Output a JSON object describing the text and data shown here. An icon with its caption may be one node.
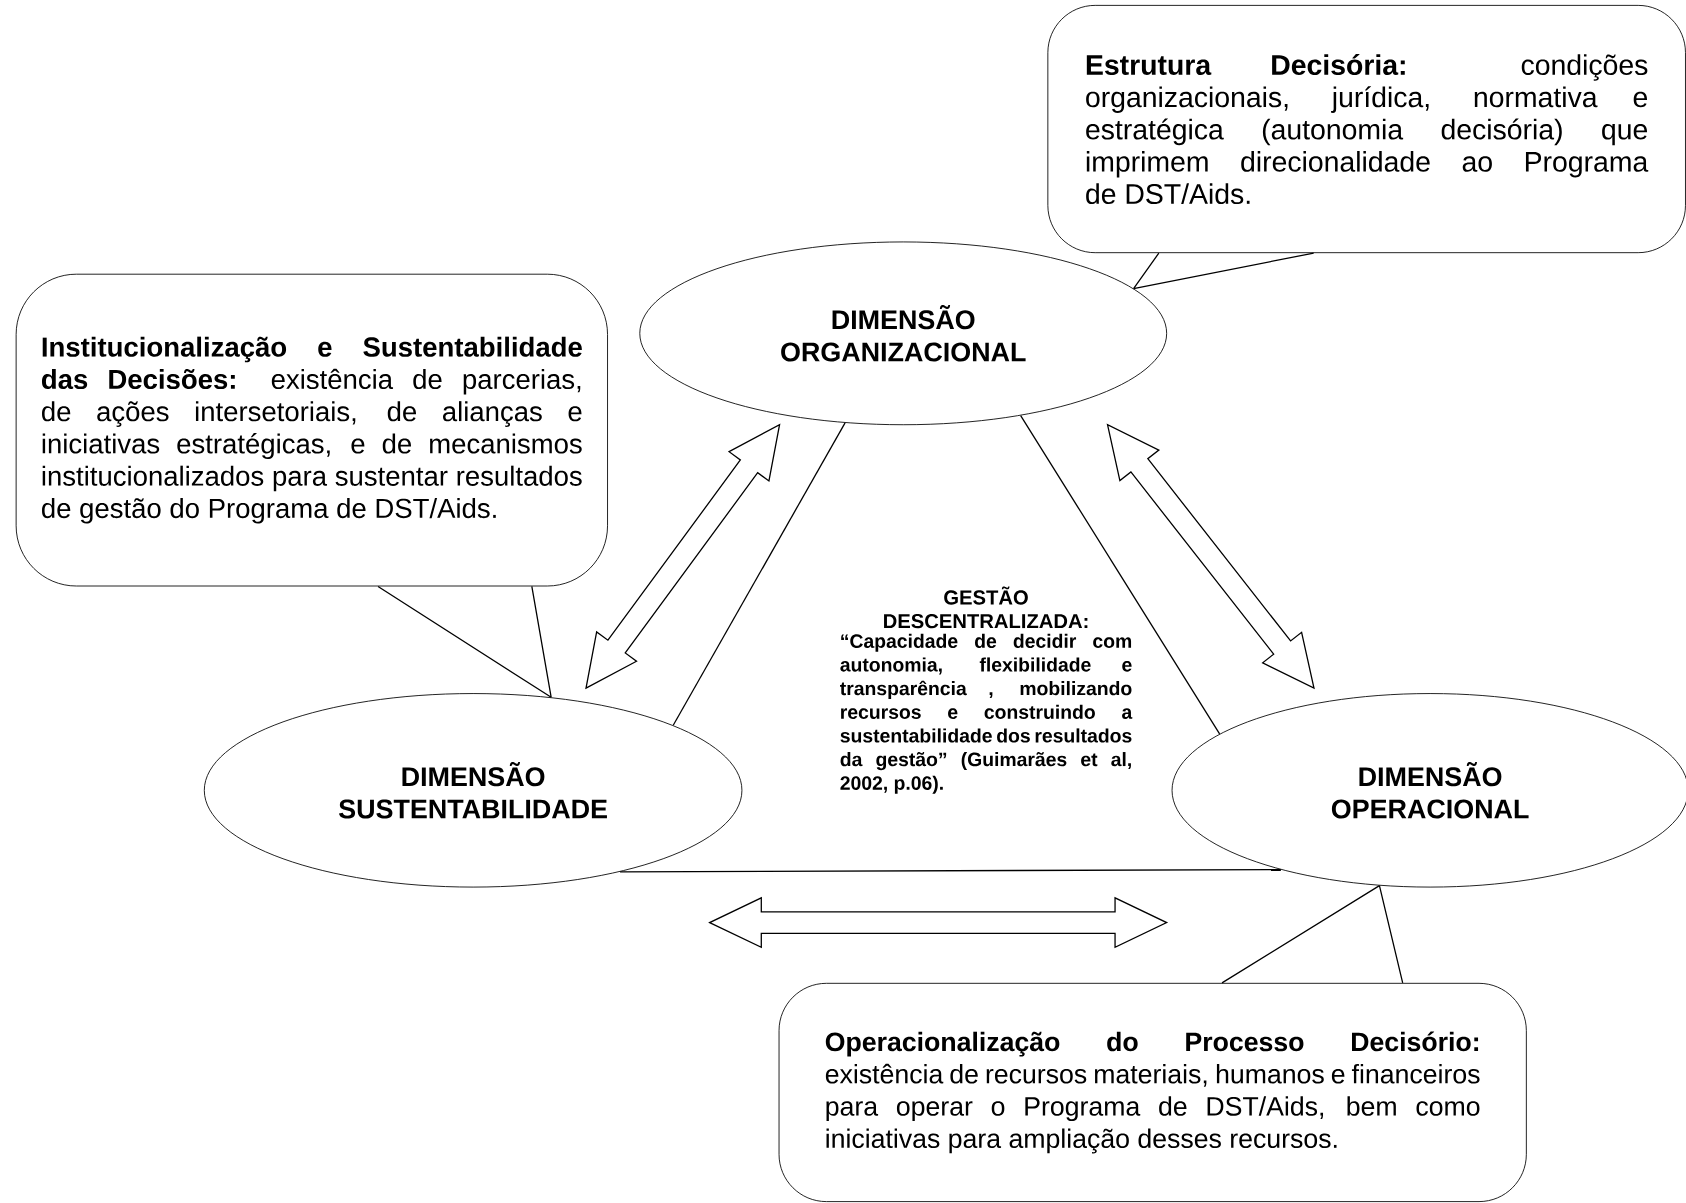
{
  "diagram": {
    "nodes": [
      {
        "text": [
          "DIMENSÃO ORGANIZACIONAL"
        ]
      },
      {
        "text": [
          "DIMENSÃO SUSTENTABILIDADE"
        ]
      },
      {
        "text": [
          "DIMENSÃO OPERACIONAL"
        ]
      },
      {
        "text": [
          "Estrutura Decisória:",
          "condições organizacionais, jurídica, normativa e estratégica (autonomia decisória) que imprimem direcionalidade ao Programa de DST/Aids."
        ]
      },
      {
        "text": [
          "Institucionalização e Sustentabilidade das Decisões:",
          "existência de parcerias, de ações intersetoriais, de alianças e iniciativas estratégicas, e de mecanismos institucionalizados para sustentar resultados de gestão do Programa de DST/Aids."
        ]
      },
      {
        "text": [
          "Operacionalização do Processo Decisório:",
          "existência de recursos materiais, humanos e financeiros para operar o Programa de DST/Aids, bem como iniciativas para ampliação desses recursos."
        ]
      }
    ],
    "edges": [
      {
        "from": 3,
        "to": 0,
        "arrow": "none"
      },
      {
        "from": 4,
        "to": 1,
        "arrow": "none"
      },
      {
        "from": 5,
        "to": 2,
        "arrow": "none"
      },
      {
        "from": 0,
        "to": 1,
        "arrow": "none"
      },
      {
        "from": 0,
        "to": 2,
        "arrow": "none"
      },
      {
        "from": 1,
        "to": 2,
        "arrow": "none"
      },
      {
        "from": 1,
        "to": 0,
        "arrow": "both"
      },
      {
        "from": 0,
        "to": 2,
        "arrow": "both"
      },
      {
        "from": 1,
        "to": 2,
        "arrow": "both"
      }
    ],
    "labels": [
      "GESTÃO DESCENTRALIZADA:",
      "“Capacidade de decidir com autonomia, flexibilidade e transparência , mobilizando recursos e construindo a sustentabilidade dos resultados da gestão” (Guimarães et al, 2002, p.06)."
    ]
  }
}
